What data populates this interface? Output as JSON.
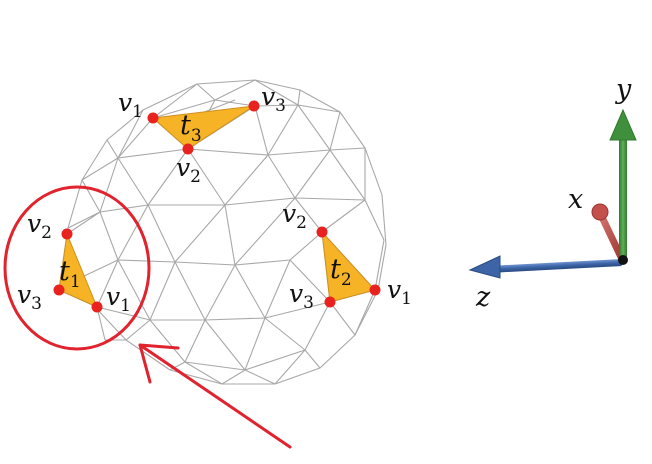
{
  "figure": {
    "triangles": [
      {
        "id": "t1",
        "name": "t",
        "index": "1",
        "vertex_labels": [
          {
            "name": "v",
            "index": "2"
          },
          {
            "name": "v",
            "index": "3"
          },
          {
            "name": "v",
            "index": "1"
          }
        ]
      },
      {
        "id": "t2",
        "name": "t",
        "index": "2",
        "vertex_labels": [
          {
            "name": "v",
            "index": "2"
          },
          {
            "name": "v",
            "index": "3"
          },
          {
            "name": "v",
            "index": "1"
          }
        ]
      },
      {
        "id": "t3",
        "name": "t",
        "index": "3",
        "vertex_labels": [
          {
            "name": "v",
            "index": "1"
          },
          {
            "name": "v",
            "index": "3"
          },
          {
            "name": "v",
            "index": "2"
          }
        ]
      }
    ],
    "axes": {
      "x": "x",
      "y": "y",
      "z": "z"
    }
  },
  "colors": {
    "triangle_fill": "#f5b325",
    "vertex": "#e8231f",
    "mesh": "#a8a8a8",
    "highlight": "#e0232d",
    "axis_x": "#c4504c",
    "axis_y": "#3f8f3c",
    "axis_z": "#3c64a6"
  }
}
